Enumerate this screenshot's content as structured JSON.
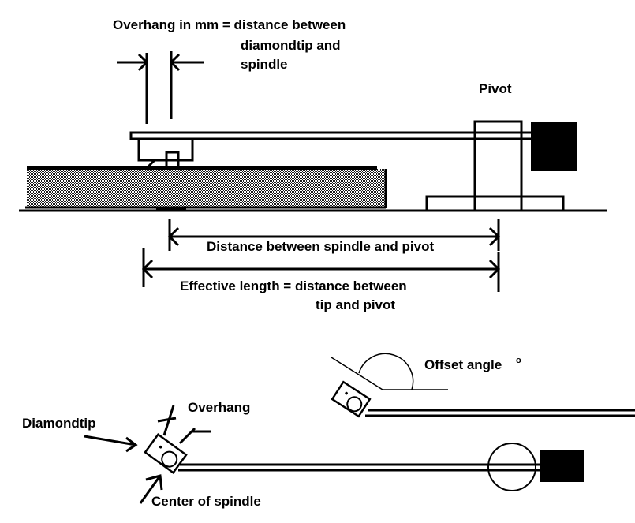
{
  "title": "Tonearm geometry: overhang, effective length and offset angle",
  "colors": {
    "ink": "#000000",
    "background": "#ffffff",
    "record_pattern": "#808080"
  },
  "labels": {
    "overhang_line1": "Overhang in mm = distance between",
    "overhang_line2": "diamondtip and",
    "overhang_line3": "spindle",
    "pivot": "Pivot",
    "spindle_to_pivot": "Distance between spindle and pivot",
    "effective_line1": "Effective length = distance between",
    "effective_line2": "tip and pivot",
    "offset_angle": "Offset angle",
    "offset_angle_symbol": "o",
    "diamondtip": "Diamondtip",
    "overhang_short": "Overhang",
    "center_of_spindle": "Center of spindle"
  }
}
